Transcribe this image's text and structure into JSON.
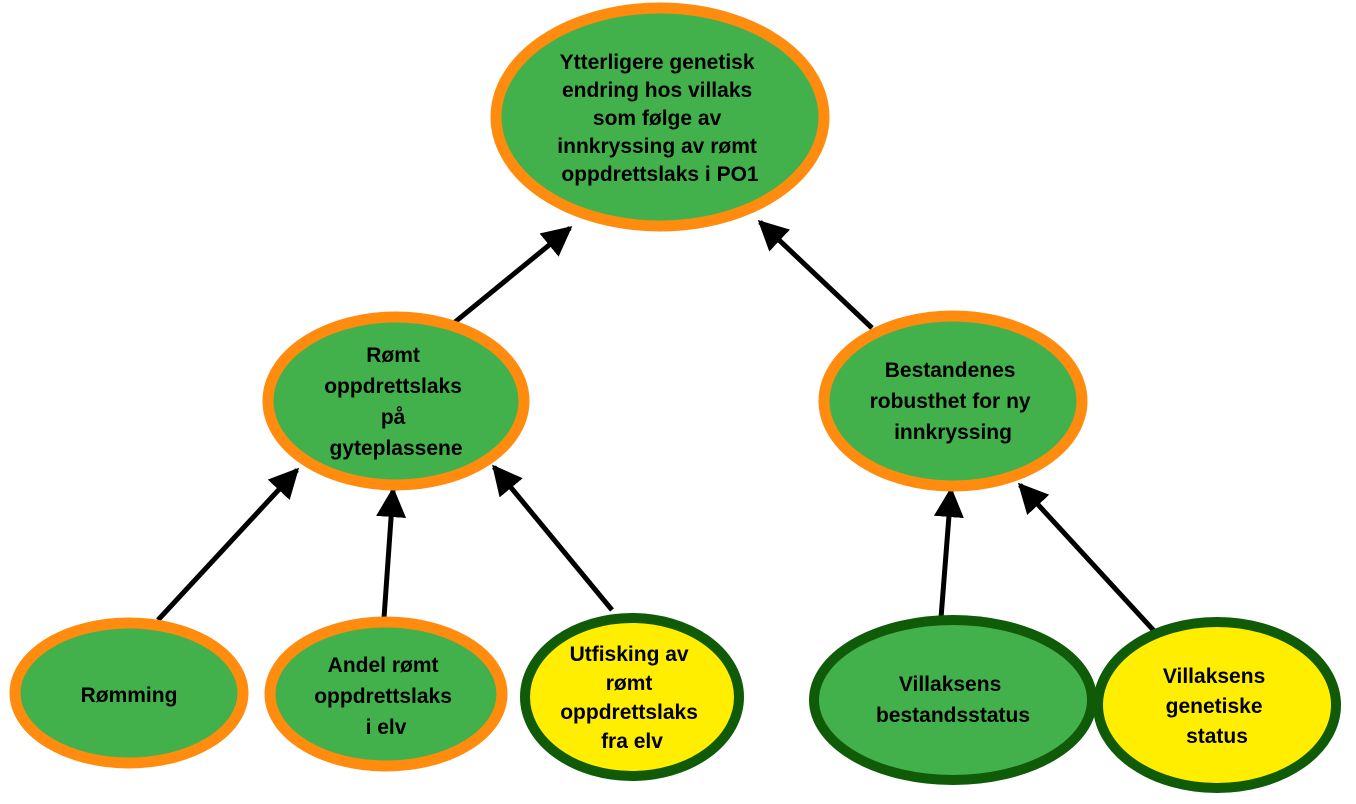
{
  "colors": {
    "node_fill_green": "#43b14b",
    "node_fill_yellow": "#ffee00",
    "border_orange": "#ff8c0f",
    "border_dark_green": "#0f5b08",
    "arrow": "#000000"
  },
  "nodes": {
    "top": {
      "lines": [
        "Ytterligere genetisk",
        "endring hos villaks",
        "som følge av",
        "innkryssing av rømt",
        "oppdrettslaks i PO1"
      ]
    },
    "mid_left": {
      "lines": [
        "Rømt",
        "oppdrettslaks",
        "på",
        "gyteplassene"
      ]
    },
    "mid_right": {
      "lines": [
        "Bestandenes",
        "robusthet for ny",
        "innkryssing"
      ]
    },
    "bottom_1": {
      "lines": [
        "Rømming"
      ]
    },
    "bottom_2": {
      "lines": [
        "Andel rømt",
        "oppdrettslaks",
        "i elv"
      ]
    },
    "bottom_3": {
      "lines": [
        "Utfisking av",
        "rømt",
        "oppdrettslaks",
        "fra elv"
      ]
    },
    "bottom_4": {
      "lines": [
        "Villaksens",
        "bestandsstatus"
      ]
    },
    "bottom_5": {
      "lines": [
        "Villaksens",
        "genetiske",
        "status"
      ]
    }
  }
}
